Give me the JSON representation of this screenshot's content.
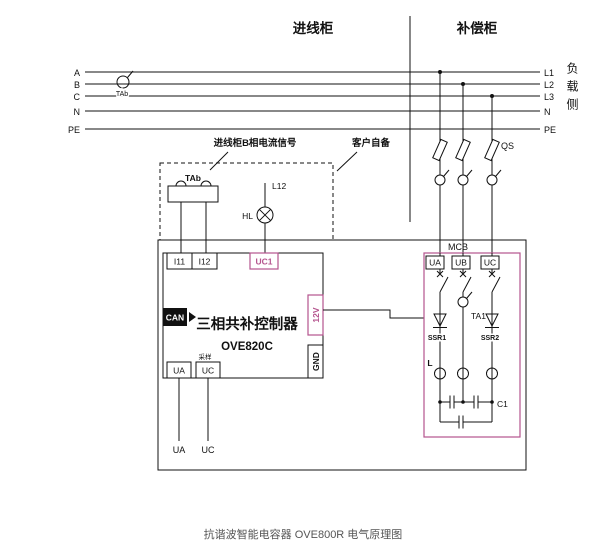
{
  "colors": {
    "accent_pink": "#b5548e",
    "line": "#111111"
  },
  "header": {
    "incoming_cabinet": "进线柜",
    "compensation_cabinet": "补偿柜",
    "load_side": "负载侧"
  },
  "bus": {
    "left_labels": [
      "A",
      "B",
      "C",
      "N",
      "PE"
    ],
    "right_labels": [
      "L1",
      "L2",
      "L3",
      "N",
      "PE"
    ]
  },
  "incoming": {
    "ct_label": "TAb",
    "disconnect_label": "QS",
    "signal_note": "进线柜B相电流信号",
    "customer_note": "客户自备",
    "ct_coil_label": "TAb",
    "wire_label": "L12",
    "lamp_label": "HL"
  },
  "controller": {
    "i11": "I11",
    "i12": "I12",
    "uc1": "UC1",
    "can": "CAN",
    "name": "三相共补控制器",
    "model": "OVE820C",
    "v12": "12V",
    "gnd": "GND",
    "ua": "UA",
    "uc": "UC",
    "note": "采样",
    "wire_ua": "UA",
    "wire_uc": "UC"
  },
  "capacitor_bank": {
    "mcb": "MCB",
    "ua": "UA",
    "ub": "UB",
    "uc": "UC",
    "ta1": "TA1",
    "ssr1": "SSR1",
    "ssr2": "SSR2",
    "reactor": "L",
    "capacitor": "C1"
  },
  "footer": {
    "title": "抗谐波智能电容器 OVE800R 电气原理图"
  }
}
